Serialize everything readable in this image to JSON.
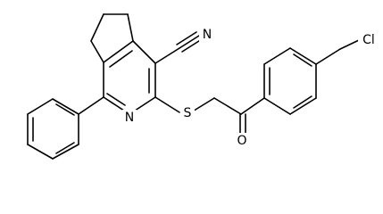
{
  "labels": {
    "nitrogen_nitrile": "N",
    "nitrogen_ring": "N",
    "sulfur": "S",
    "oxygen": "O",
    "chlorine": "Cl"
  },
  "colors": {
    "bond": "#000000",
    "background": "#ffffff"
  }
}
